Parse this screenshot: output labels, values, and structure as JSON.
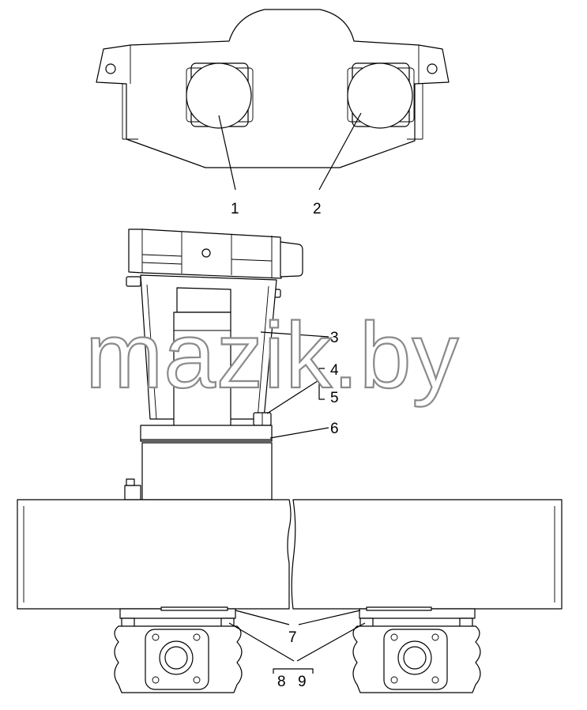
{
  "watermark": "mazik.by",
  "callouts": {
    "c1": "1",
    "c2": "2",
    "c3": "3",
    "c4": "4",
    "c5": "5",
    "c6": "6",
    "c7": "7",
    "c8": "8",
    "c9": "9"
  },
  "colors": {
    "line": "#000000",
    "background": "#ffffff",
    "watermark_outline": "#8a8a8a"
  }
}
